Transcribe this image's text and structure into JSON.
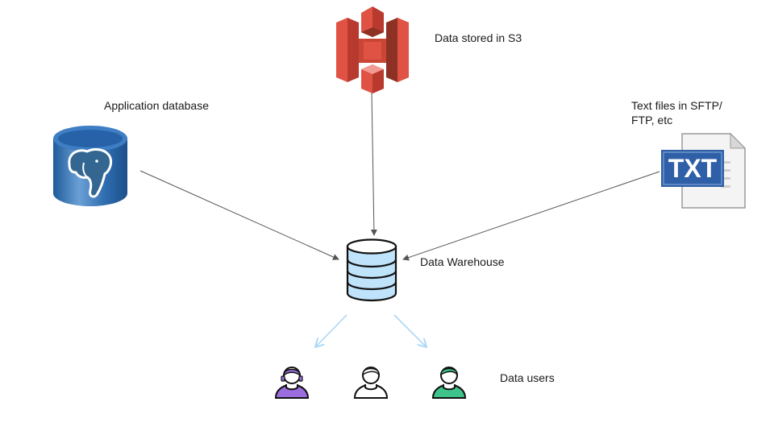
{
  "diagram": {
    "sources": [
      {
        "id": "s3",
        "label": "Data stored in S3",
        "icon": "aws-s3-bucket-icon"
      },
      {
        "id": "appdb",
        "label": "Application database",
        "icon": "postgresql-database-icon"
      },
      {
        "id": "textfiles",
        "label_line1": "Text files in SFTP/",
        "label_line2": "FTP, etc",
        "icon": "txt-file-icon",
        "icon_text": "TXT"
      }
    ],
    "warehouse": {
      "label": "Data Warehouse",
      "icon": "database-stack-icon"
    },
    "users": {
      "label": "Data users",
      "items": [
        {
          "icon": "user-female-icon",
          "color": "#9b6ddf"
        },
        {
          "icon": "user-icon",
          "color": "#ffffff"
        },
        {
          "icon": "user-male-icon",
          "color": "#3ec48a"
        }
      ]
    },
    "edges": [
      {
        "from": "s3",
        "to": "warehouse"
      },
      {
        "from": "appdb",
        "to": "warehouse"
      },
      {
        "from": "textfiles",
        "to": "warehouse"
      },
      {
        "from": "warehouse",
        "to": "users"
      }
    ],
    "colors": {
      "s3_red": "#e05243",
      "s3_dark": "#8c3123",
      "postgres_blue": "#336791",
      "txt_blue": "#2f5fa6",
      "warehouse_fill": "#bfe3fb",
      "arrow_gray": "#555555",
      "arrow_light_blue": "#a9d8f5"
    }
  }
}
